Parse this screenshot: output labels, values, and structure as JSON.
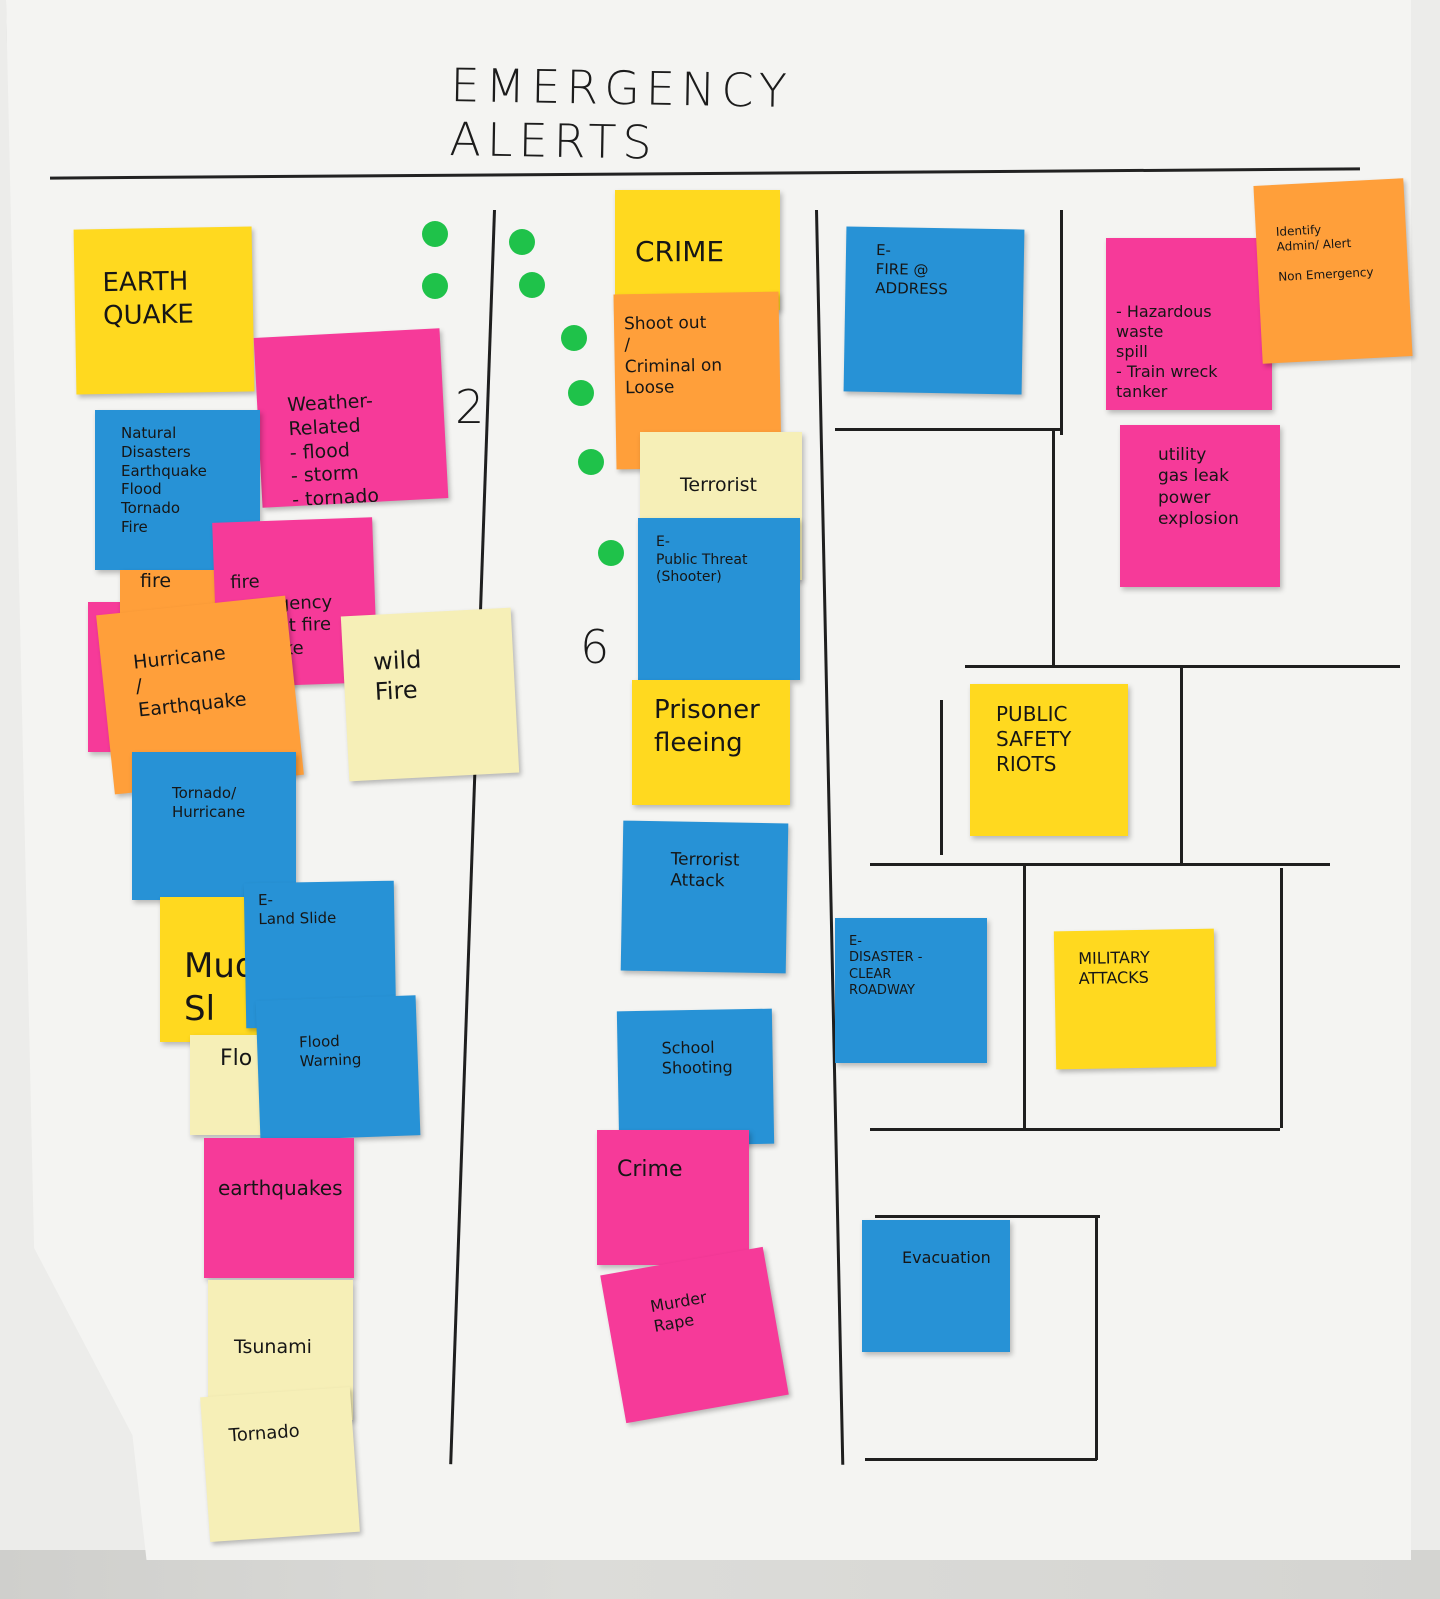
{
  "board": {
    "title": "EMERGENCY ALERTS",
    "counts": {
      "left": "2",
      "middle": "6"
    }
  },
  "notes": {
    "earthquake": "EARTH\nQUAKE",
    "weather": "Weather-Related\n- flood\n- storm\n- tornado",
    "natural_disasters": "Natural\nDisasters\nEarthquake\nFlood\nTornado\nFire",
    "fire_partial": "fire",
    "fire_emergency": "fire emergency\n- forest fire\n- smoke",
    "hurricane_earthquake": "Hurricane\n/\nEarthquake",
    "wild_fire": "wild\nFire",
    "tornado_hurricane": "Tornado/\nHurricane",
    "mud_slide_partial": "Mud\nSl",
    "land_slide": "E-\nLand Slide",
    "flood_partial": "Flo",
    "flood_warning": "Flood\nWarning",
    "earthquakes": "earthquakes",
    "tsunami": "Tsunami",
    "tornado": "Tornado",
    "crime_top": "CRIME",
    "shoot_out": "Shoot out\n/\nCriminal on Loose",
    "terrorist": "Terrorist",
    "public_threat": "E-\nPublic Threat\n(Shooter)",
    "prisoner": "Prisoner\nfleeing",
    "terrorist_attack": "Terrorist\nAttack",
    "school_shooting": "School\nShooting",
    "crime_bottom": "Crime",
    "murder_rape": "Murder\nRape",
    "fire_address": "E-\nFIRE @\nADDRESS",
    "hazardous": "- Hazardous\nwaste\nspill\n- Train wreck\ntanker",
    "identify": "Identify\nAdmin/ Alert\n\nNon Emergency",
    "utility": "utility\ngas leak\npower\nexplosion",
    "public_safety": "PUBLIC\nSAFETY\nRIOTS",
    "disaster_clear": "E-\nDISASTER -\nCLEAR\nROADWAY",
    "military": "MILITARY\nATTACKS",
    "evacuation": "Evacuation"
  },
  "colors": {
    "yellow": "#ffd91f",
    "orange": "#ff9f3a",
    "pink": "#f63a99",
    "blue": "#2792d6",
    "cream": "#f6efb7",
    "green_dot": "#1fc24a"
  }
}
